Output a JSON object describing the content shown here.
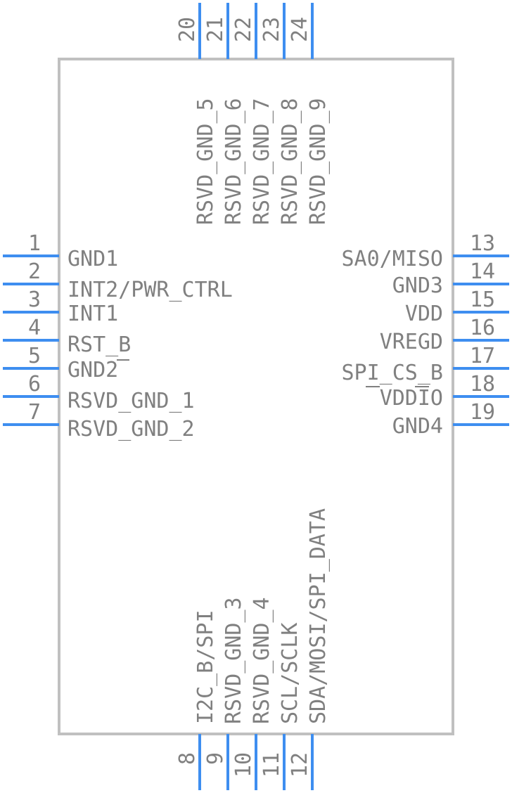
{
  "colors": {
    "pin": "#3e8ef0",
    "body_outline": "#c0c0c0",
    "text": "#808080"
  },
  "pins": [
    {
      "number": "1",
      "name": "GND1"
    },
    {
      "number": "2",
      "name": "INT2/PWR_CTRL"
    },
    {
      "number": "3",
      "name": "INT1"
    },
    {
      "number": "4",
      "name": "RST_B"
    },
    {
      "number": "5",
      "name": "GND2"
    },
    {
      "number": "6",
      "name": "RSVD_GND_1"
    },
    {
      "number": "7",
      "name": "RSVD_GND_2"
    },
    {
      "number": "8",
      "name": "I2C_B/SPI"
    },
    {
      "number": "9",
      "name": "RSVD_GND_3"
    },
    {
      "number": "10",
      "name": "RSVD_GND_4"
    },
    {
      "number": "11",
      "name": "SCL/SCLK"
    },
    {
      "number": "12",
      "name": "SDA/MOSI/SPI_DATA"
    },
    {
      "number": "13",
      "name": "SA0/MISO"
    },
    {
      "number": "14",
      "name": "GND3"
    },
    {
      "number": "15",
      "name": "VDD"
    },
    {
      "number": "16",
      "name": "VREGD"
    },
    {
      "number": "17",
      "name": "SPI_CS_B"
    },
    {
      "number": "18",
      "name": "VDDIO"
    },
    {
      "number": "19",
      "name": "GND4"
    },
    {
      "number": "20",
      "name": "RSVD_GND_5"
    },
    {
      "number": "21",
      "name": "RSVD_GND_6"
    },
    {
      "number": "22",
      "name": "RSVD_GND_7"
    },
    {
      "number": "23",
      "name": "RSVD_GND_8"
    },
    {
      "number": "24",
      "name": "RSVD_GND_9"
    }
  ]
}
